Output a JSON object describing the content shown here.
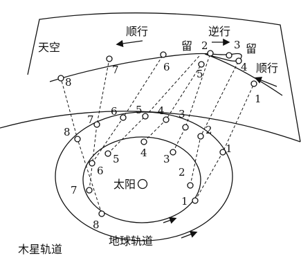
{
  "labels": {
    "sky": "天空",
    "prograde_left": "顺行",
    "retrograde": "逆行",
    "stationary_left": "留",
    "stationary_right": "留",
    "prograde_right": "顺行",
    "sun": "太阳",
    "jupiter_orbit": "木星轨道",
    "earth_orbit": "地球轨道"
  },
  "earth_points": [
    "1",
    "2",
    "3",
    "4",
    "5",
    "6",
    "7",
    "8"
  ],
  "jupiter_points": [
    "1",
    "2",
    "3",
    "4",
    "5",
    "6",
    "7",
    "8"
  ],
  "sky_points": [
    "1",
    "2",
    "3",
    "4",
    "5",
    "6",
    "7",
    "8"
  ]
}
